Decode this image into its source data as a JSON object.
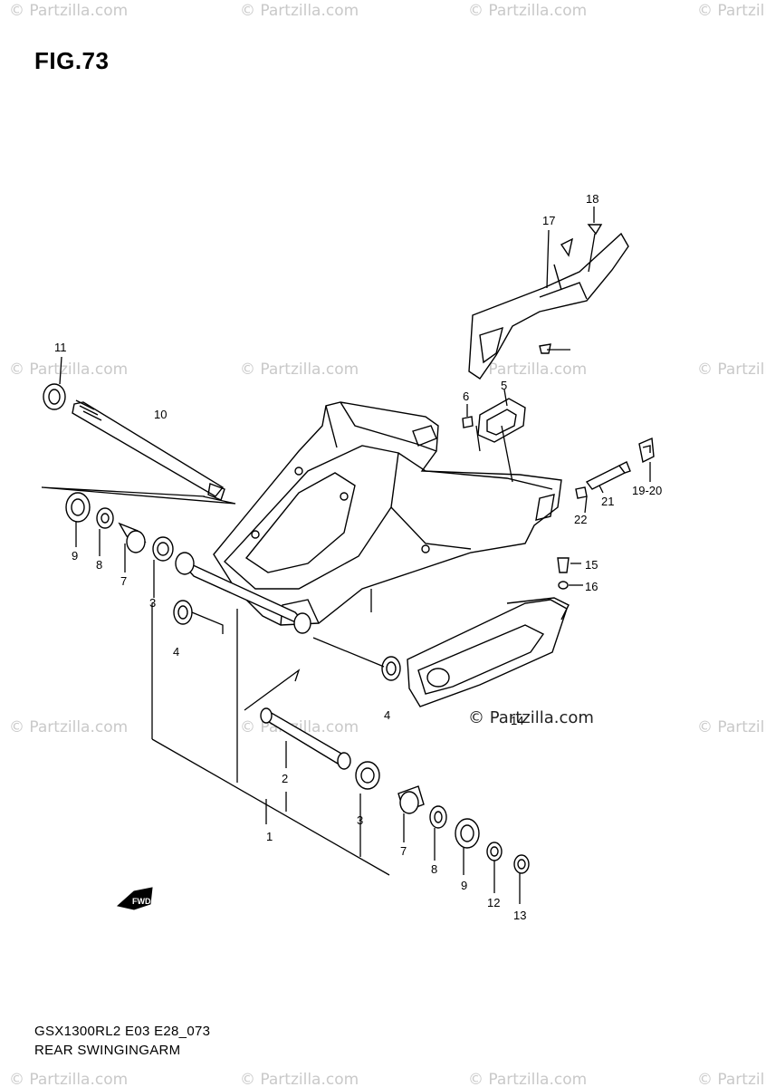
{
  "figure": {
    "title": "FIG.73"
  },
  "watermark": {
    "text": "© Partzilla.com",
    "center_text": "© Partzilla.com"
  },
  "footer": {
    "model_code": "GSX1300RL2 E03 E28_073",
    "section_name": "REAR SWINGINGARM"
  },
  "direction_badge": {
    "text": "FWD"
  },
  "callouts": [
    {
      "id": "label-1",
      "text": "1"
    },
    {
      "id": "label-2",
      "text": "2"
    },
    {
      "id": "label-3a",
      "text": "3"
    },
    {
      "id": "label-3b",
      "text": "3"
    },
    {
      "id": "label-4a",
      "text": "4"
    },
    {
      "id": "label-4b",
      "text": "4"
    },
    {
      "id": "label-5",
      "text": "5"
    },
    {
      "id": "label-6",
      "text": "6"
    },
    {
      "id": "label-7a",
      "text": "7"
    },
    {
      "id": "label-7b",
      "text": "7"
    },
    {
      "id": "label-8a",
      "text": "8"
    },
    {
      "id": "label-8b",
      "text": "8"
    },
    {
      "id": "label-9a",
      "text": "9"
    },
    {
      "id": "label-9b",
      "text": "9"
    },
    {
      "id": "label-10",
      "text": "10"
    },
    {
      "id": "label-11",
      "text": "11"
    },
    {
      "id": "label-12",
      "text": "12"
    },
    {
      "id": "label-13",
      "text": "13"
    },
    {
      "id": "label-14",
      "text": "14"
    },
    {
      "id": "label-15",
      "text": "15"
    },
    {
      "id": "label-16",
      "text": "16"
    },
    {
      "id": "label-17",
      "text": "17"
    },
    {
      "id": "label-18",
      "text": "18"
    },
    {
      "id": "label-19-20",
      "text": "19-20"
    },
    {
      "id": "label-21",
      "text": "21"
    },
    {
      "id": "label-22",
      "text": "22"
    }
  ]
}
